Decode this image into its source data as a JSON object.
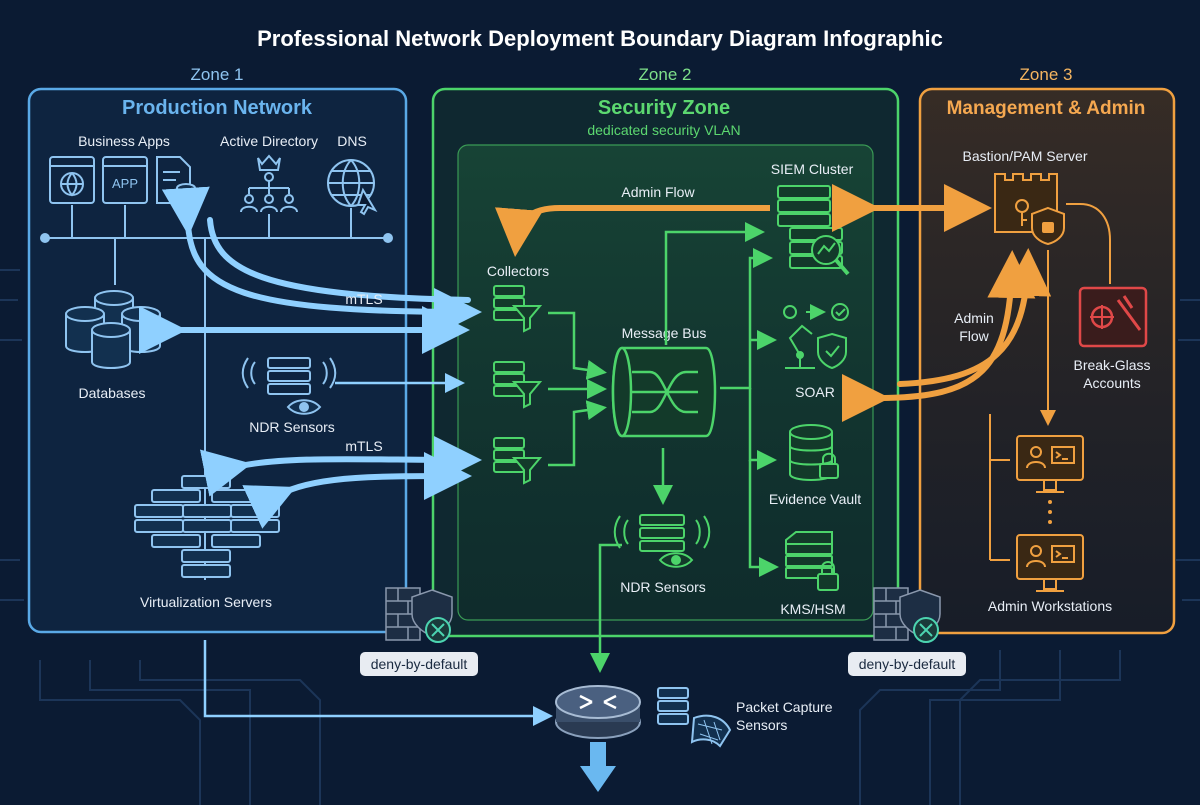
{
  "title": "Professional Network Deployment Boundary Diagram Infographic",
  "colors": {
    "background": "#0b1b33",
    "zone1": "#5aa9e6",
    "zone2": "#4cd46a",
    "zone3": "#f0a040",
    "text": "#e8eef6"
  },
  "zones": {
    "zone1": {
      "label": "Zone 1",
      "title": "Production Network",
      "business_apps": "Business Apps",
      "app_badge": "APP",
      "active_directory": "Active Directory",
      "dns": "DNS",
      "databases": "Databases",
      "ndr_sensors": "NDR Sensors",
      "virtualization": "Virtualization Servers"
    },
    "zone2": {
      "label": "Zone 2",
      "title": "Security Zone",
      "subtitle": "dedicated security VLAN",
      "collectors": "Collectors",
      "message_bus": "Message Bus",
      "siem": "SIEM Cluster",
      "admin_flow": "Admin Flow",
      "soar": "SOAR",
      "evidence_vault": "Evidence Vault",
      "kms": "KMS/HSM",
      "ndr_sensors": "NDR Sensors"
    },
    "zone3": {
      "label": "Zone 3",
      "title": "Management & Admin",
      "bastion": "Bastion/PAM Server",
      "admin_flow": [
        "Admin",
        "Flow"
      ],
      "break_glass": [
        "Break-Glass",
        "Accounts"
      ],
      "admin_workstations": "Admin Workstations"
    }
  },
  "links": {
    "mtls_top": "mTLS",
    "mtls_bottom": "mTLS"
  },
  "firewalls": {
    "left": "deny-by-default",
    "right": "deny-by-default"
  },
  "bottom": {
    "packet_capture": [
      "Packet Capture",
      "Sensors"
    ]
  },
  "icons": [
    "browser-globe-icon",
    "app-window-icon",
    "document-database-icon",
    "org-chart-icon",
    "globe-cursor-icon",
    "database-icon",
    "ndr-sensor-icon",
    "server-rack-icon",
    "funnel-server-icon",
    "message-bus-icon",
    "siem-server-icon",
    "soar-robot-icon",
    "vault-lock-icon",
    "kms-lock-icon",
    "bastion-castle-icon",
    "safe-icon",
    "workstation-icon",
    "firewall-icon",
    "router-icon"
  ]
}
